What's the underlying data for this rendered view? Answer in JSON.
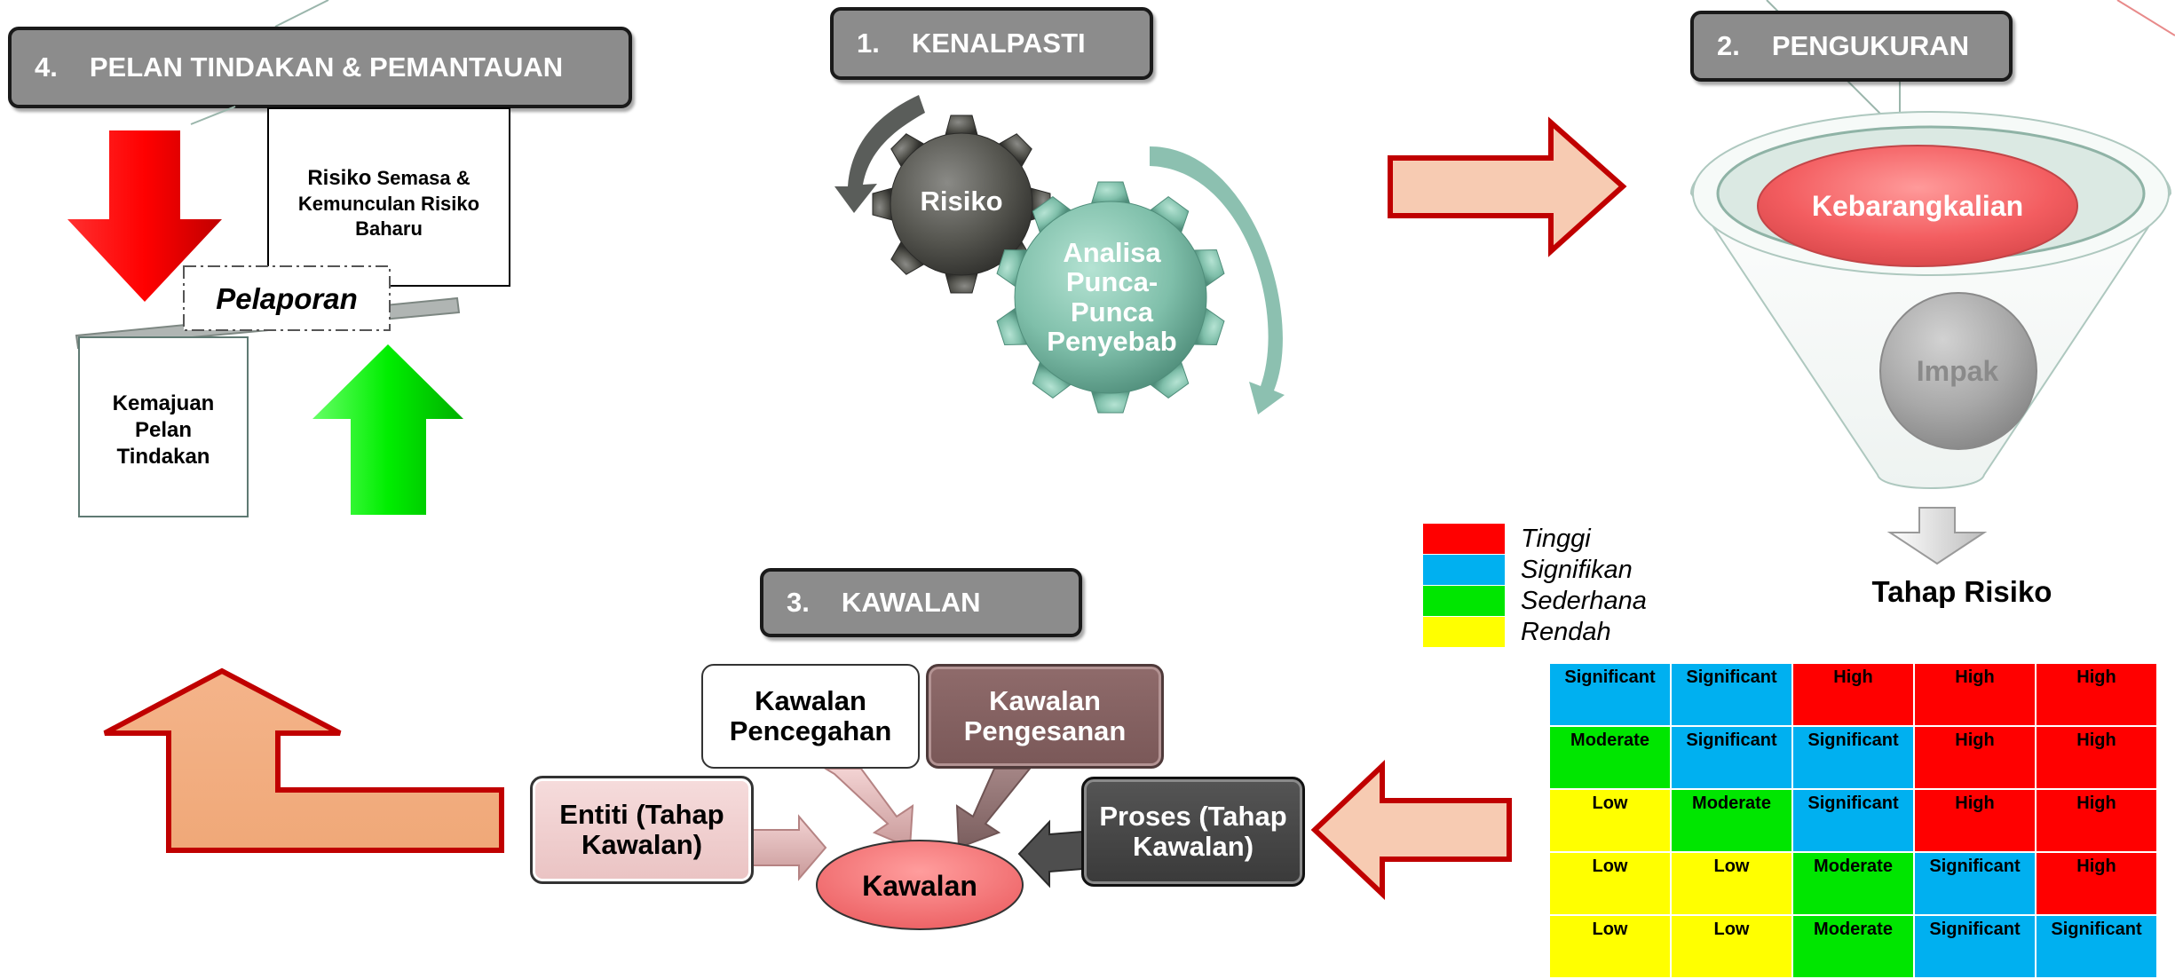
{
  "steps": {
    "s1": {
      "num": "1.",
      "label": "KENALPASTI"
    },
    "s2": {
      "num": "2.",
      "label": "PENGUKURAN"
    },
    "s3": {
      "num": "3.",
      "label": "KAWALAN"
    },
    "s4": {
      "num": "4.",
      "label": "PELAN TINDAKAN & PEMANTAUAN"
    }
  },
  "kenalpasti": {
    "gear_small": "Risiko",
    "gear_large": [
      "Analisa",
      "Punca-",
      "Punca",
      "Penyebab"
    ]
  },
  "pengukuran": {
    "top": "Kebarangkalian",
    "bottom": "Impak",
    "result": "Tahap Risiko"
  },
  "legend": [
    {
      "label": "Tinggi",
      "color": "#ff0000"
    },
    {
      "label": "Signifikan",
      "color": "#00b0f0"
    },
    {
      "label": "Sederhana",
      "color": "#00e600"
    },
    {
      "label": "Rendah",
      "color": "#ffff00"
    }
  ],
  "risk_matrix": [
    [
      "Significant",
      "Significant",
      "High",
      "High",
      "High"
    ],
    [
      "Moderate",
      "Significant",
      "Significant",
      "High",
      "High"
    ],
    [
      "Low",
      "Moderate",
      "Significant",
      "High",
      "High"
    ],
    [
      "Low",
      "Low",
      "Moderate",
      "Significant",
      "High"
    ],
    [
      "Low",
      "Low",
      "Moderate",
      "Significant",
      "Significant"
    ]
  ],
  "level_colors": {
    "High": "#ff0000",
    "Significant": "#00b0f0",
    "Moderate": "#00e600",
    "Low": "#ffff00"
  },
  "kawalan": {
    "pencegahan": [
      "Kawalan",
      "Pencegahan"
    ],
    "pengesanan": [
      "Kawalan",
      "Pengesanan"
    ],
    "entiti": [
      "Entiti (Tahap",
      "Kawalan)"
    ],
    "proses": [
      "Proses (Tahap",
      "Kawalan)"
    ],
    "center": "Kawalan"
  },
  "pelan": {
    "risiko_line1_a": "Risiko",
    "risiko_line1_b": " Semasa &",
    "risiko_line2": "Kemunculan Risiko",
    "risiko_line3": "Baharu",
    "pelaporan": "Pelaporan",
    "kemajuan": [
      "Kemajuan",
      "Pelan",
      "Tindakan"
    ]
  }
}
